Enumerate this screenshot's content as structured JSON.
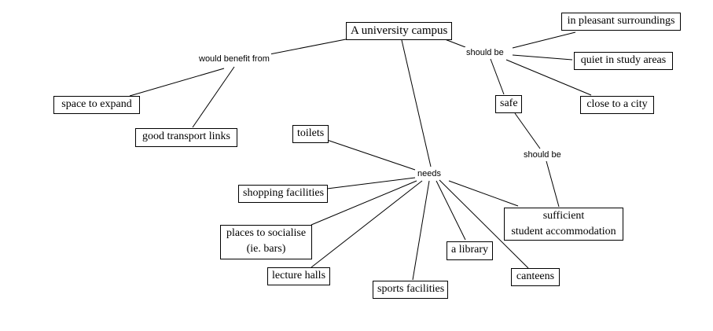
{
  "concepts": {
    "campus": "A university campus",
    "pleasant": "in pleasant surroundings",
    "quiet": "quiet in study areas",
    "city": "close to a city",
    "safe": "safe",
    "space": "space to expand",
    "transport": "good transport links",
    "toilets": "toilets",
    "shopping": "shopping facilities",
    "socialise_line1": "places to socialise",
    "socialise_line2": "(ie. bars)",
    "lecture": "lecture halls",
    "sports": "sports facilities",
    "library": "a library",
    "canteens": "canteens",
    "accommodation_line1": "sufficient",
    "accommodation_line2": "student accommodation"
  },
  "link_phrases": {
    "benefit": "would benefit from",
    "should_be_top": "should be",
    "should_be_safe": "should be",
    "needs": "needs"
  }
}
